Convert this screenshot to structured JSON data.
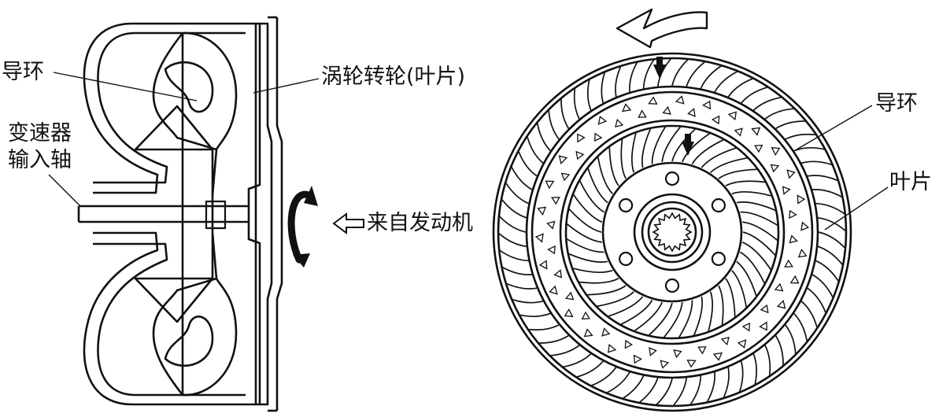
{
  "colors": {
    "line": "#111111",
    "background": "#ffffff"
  },
  "left_figure": {
    "labels": {
      "guide_ring": "导环",
      "turbine_runner": "涡轮转轮(叶片)",
      "input_shaft_line1": "变速器",
      "input_shaft_line2": "输入轴",
      "from_engine": "来自发动机"
    },
    "icons": [
      "rotation-arrow-icon",
      "hollow-left-arrow-icon"
    ]
  },
  "right_figure": {
    "labels": {
      "guide_ring": "导环",
      "blade": "叶片"
    },
    "icons": [
      "curved-rotation-arrow-icon",
      "flow-arrow-icon"
    ]
  }
}
